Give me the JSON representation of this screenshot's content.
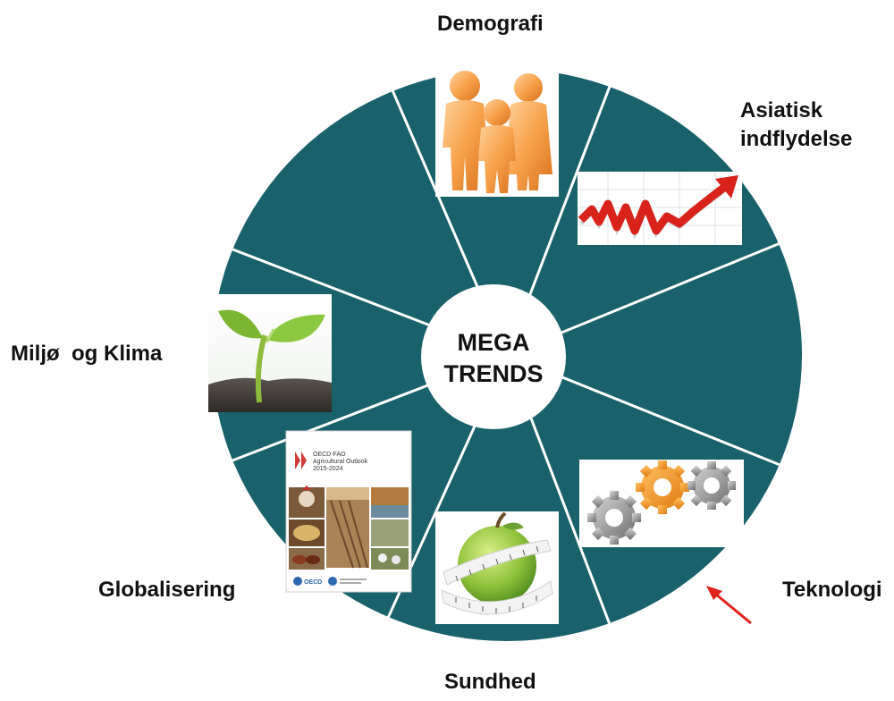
{
  "center": {
    "line1": "MEGA",
    "line2": "TRENDS"
  },
  "trends": [
    {
      "id": "demografi",
      "label": "Demografi",
      "icon": "family-figures-icon"
    },
    {
      "id": "asiatisk",
      "label_line1": "Asiatisk",
      "label_line2": "indflydelse",
      "icon": "rising-arrow-graph-icon"
    },
    {
      "id": "teknologi",
      "label": "Teknologi",
      "icon": "gears-icon"
    },
    {
      "id": "sundhed",
      "label": "Sundhed",
      "icon": "apple-measuring-tape-icon"
    },
    {
      "id": "globalisering",
      "label": "Globalisering",
      "icon": "report-cover-icon"
    },
    {
      "id": "miljo",
      "label": "Miljø  og Klima",
      "icon": "seedling-icon"
    }
  ],
  "report_cover": {
    "title_line1": "OECD-FAO",
    "title_line2": "Agricultural Outlook",
    "title_line3": "2015-2024",
    "publisher": "OECD"
  },
  "colors": {
    "wheel": "#19616b",
    "divider": "#ffffff",
    "center_fill": "#ffffff",
    "arrow": "#e0201b",
    "label_text": "#111111"
  }
}
